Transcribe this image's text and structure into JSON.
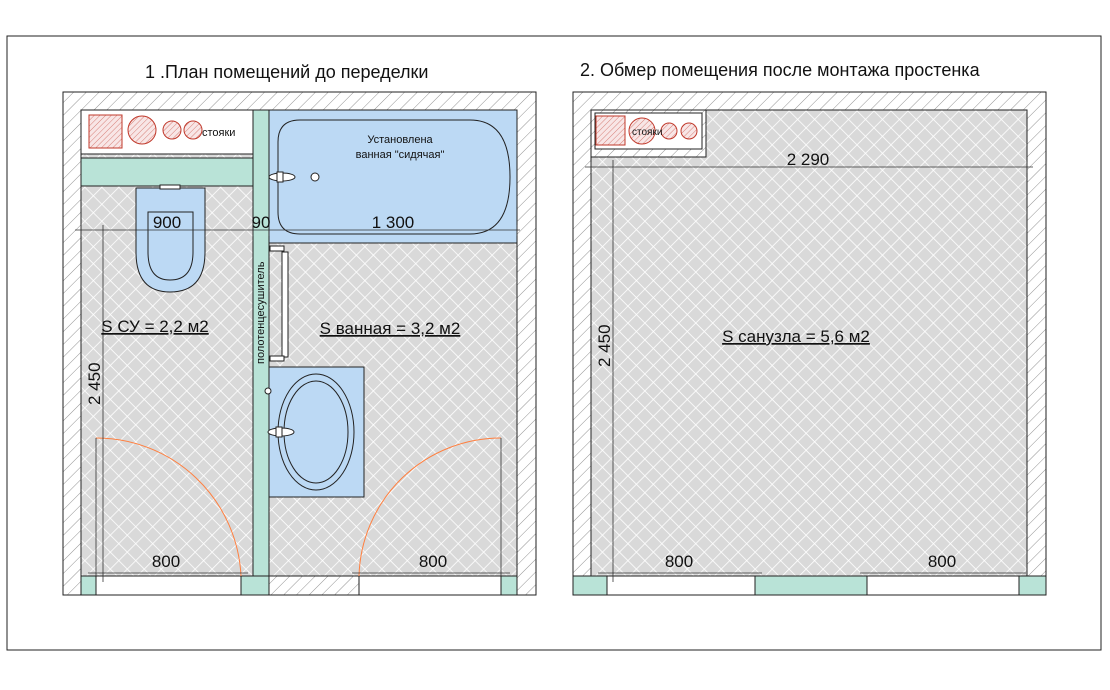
{
  "plan1": {
    "title": "1 .План помещений до переделки",
    "stand_label": "стояки",
    "bath_note_line1": "Установлена",
    "bath_note_line2": "ванная \"сидячая\"",
    "dim_wc_width": "900",
    "dim_partition": "90",
    "dim_bath_width": "1 300",
    "dim_height": "2 450",
    "area_wc": "S СУ = 2,2 м2",
    "area_bath": "S ванная  = 3,2 м2",
    "towel_dryer": "полотенцесушитель",
    "dim_door_left": "800",
    "dim_door_right": "800"
  },
  "plan2": {
    "title": "2. Обмер помещения после монтажа простенка",
    "stand_label": "стояки",
    "dim_width": "2 290",
    "dim_height": "2 450",
    "area": "S санузла = 5,6 м2",
    "dim_door_left": "800",
    "dim_door_right": "800"
  },
  "colors": {
    "wall": "#b9e3d7",
    "floor": "#d9d9d9",
    "fixture": "#bcd9f4",
    "door_swing": "#ff7f3f",
    "riser": "#c0392b"
  }
}
